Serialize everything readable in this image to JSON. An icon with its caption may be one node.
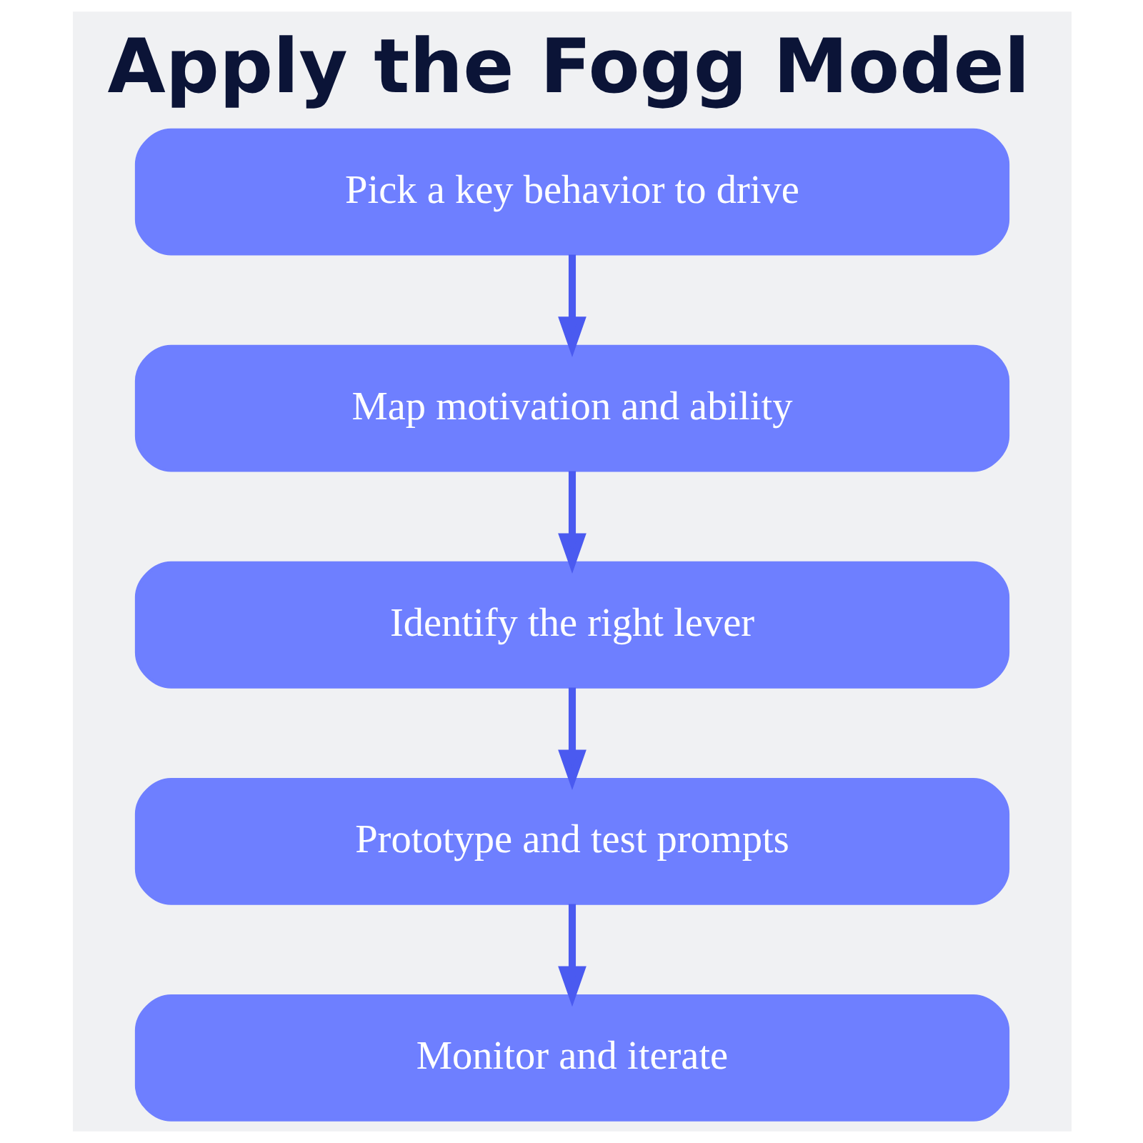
{
  "diagram": {
    "title": "Apply the Fogg Model",
    "nodes": [
      {
        "text": [
          "Pick a key behavior to drive"
        ]
      },
      {
        "text": [
          "Map motivation and ability"
        ]
      },
      {
        "text": [
          "Identify the right lever"
        ]
      },
      {
        "text": [
          "Prototype and test prompts"
        ]
      },
      {
        "text": [
          "Monitor and iterate"
        ]
      }
    ],
    "edges": [
      {
        "from": 0,
        "to": 1,
        "arrow": "to"
      },
      {
        "from": 1,
        "to": 2,
        "arrow": "to"
      },
      {
        "from": 2,
        "to": 3,
        "arrow": "to"
      },
      {
        "from": 3,
        "to": 4,
        "arrow": "to"
      }
    ]
  }
}
